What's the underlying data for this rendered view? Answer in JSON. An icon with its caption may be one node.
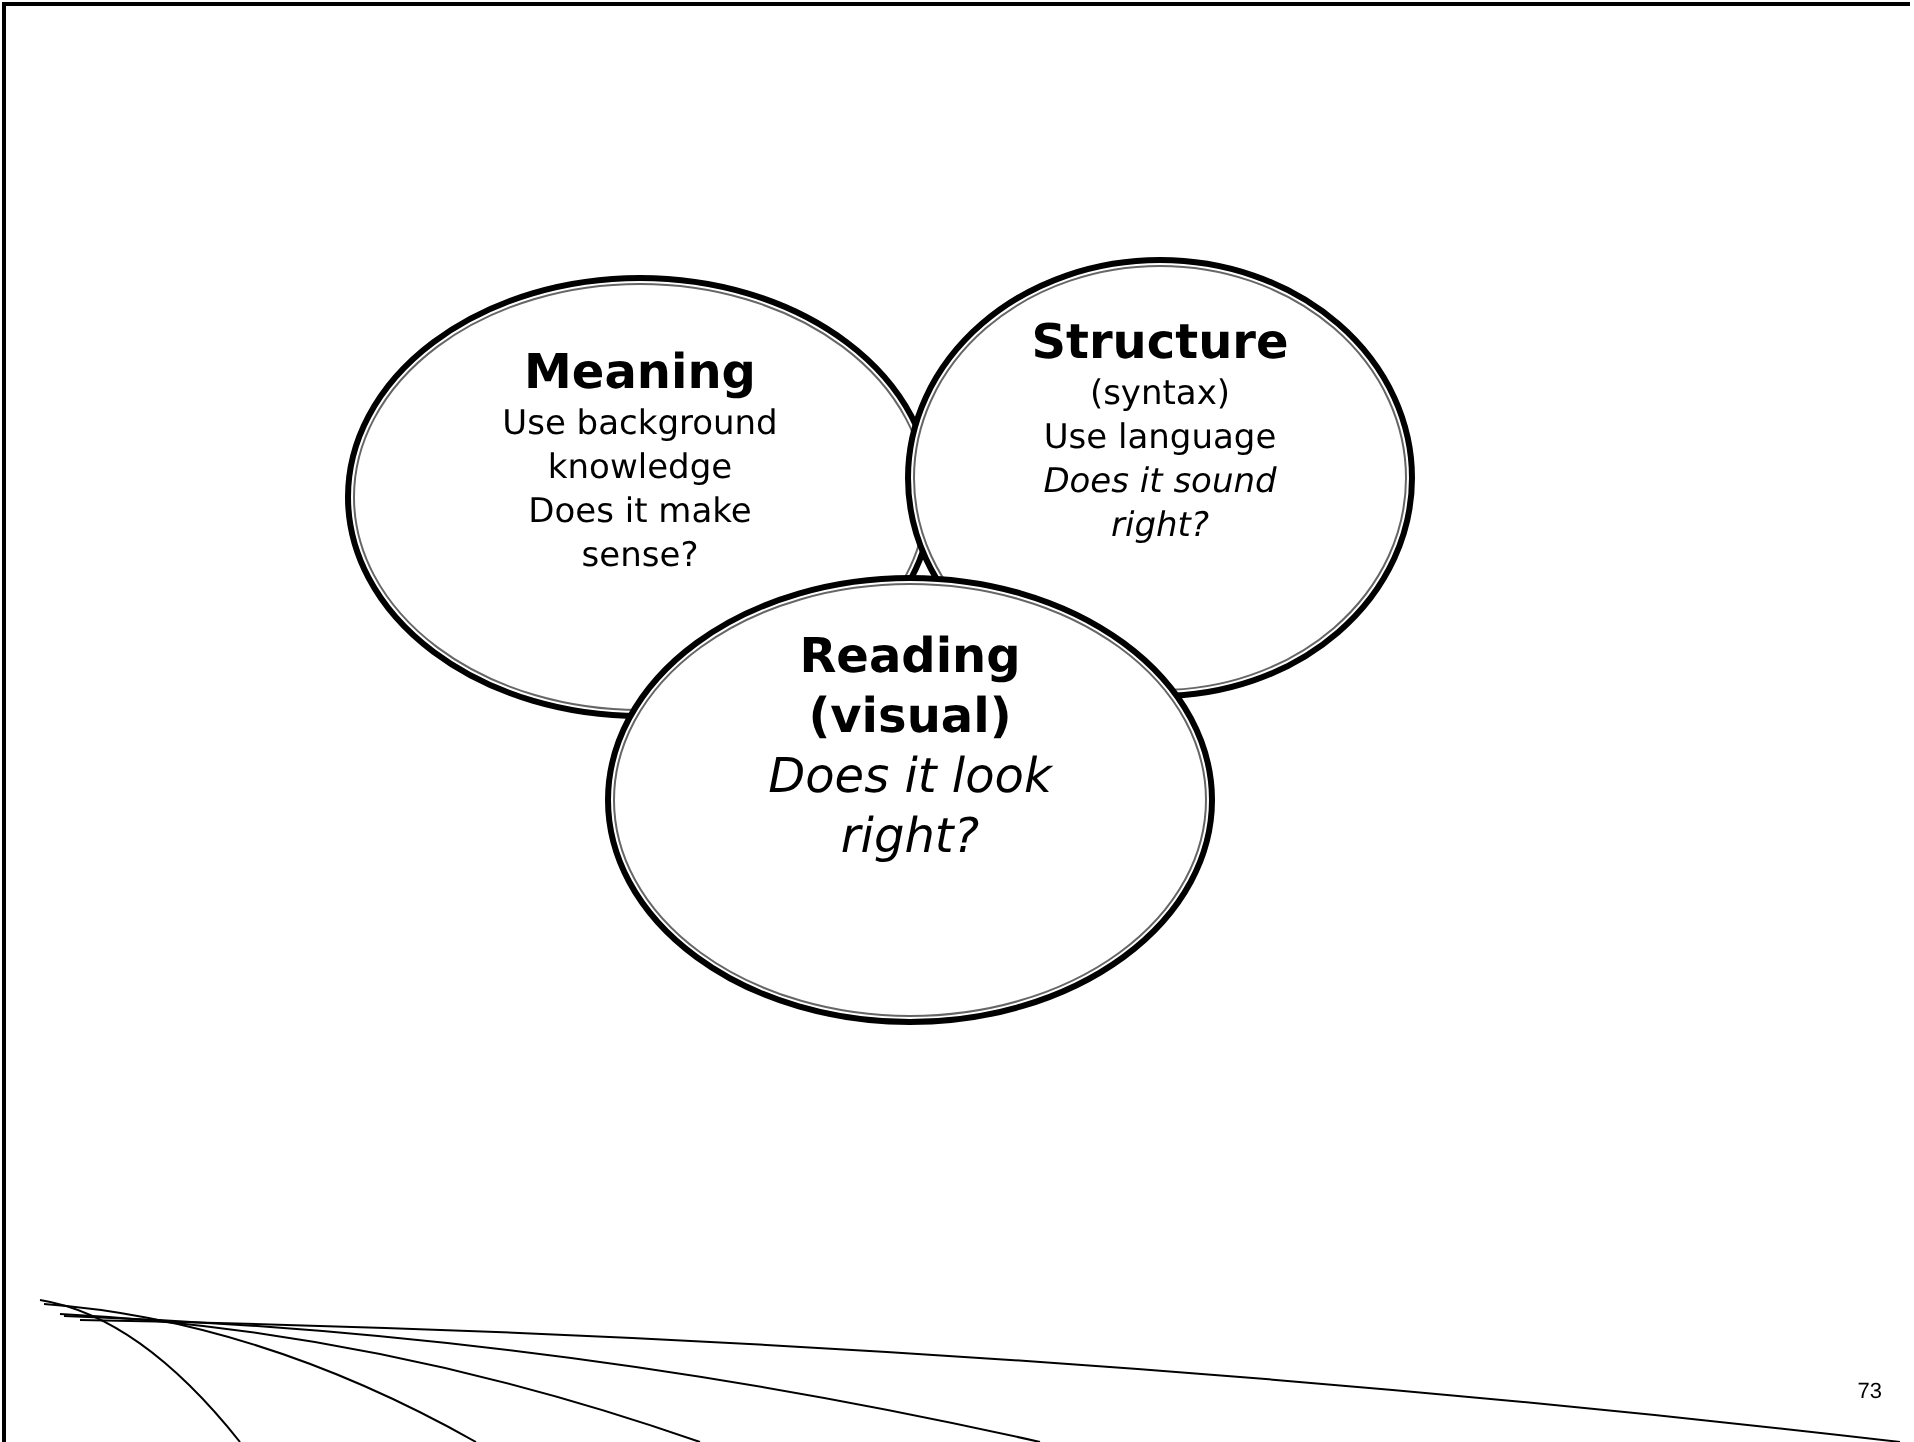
{
  "diagram": {
    "nodes": [
      {
        "text": [
          "Meaning",
          "Use background knowledge",
          "Does it make sense?"
        ]
      },
      {
        "text": [
          "Structure",
          "(syntax)",
          "Use language",
          "Does it sound right?"
        ]
      },
      {
        "text": [
          "Reading",
          "(visual)",
          "Does it look right?"
        ]
      }
    ],
    "edges": [],
    "labels": [
      "73"
    ]
  }
}
